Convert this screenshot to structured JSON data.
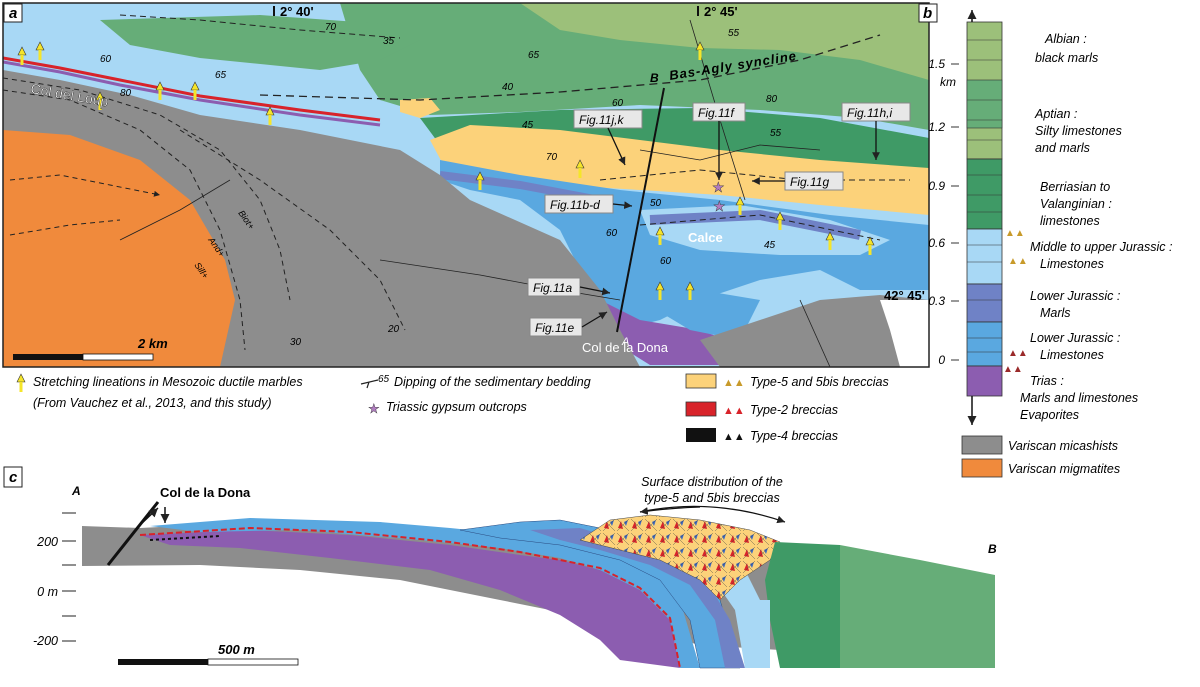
{
  "panels": {
    "a": "a",
    "b": "b",
    "c": "c"
  },
  "colors": {
    "limestone_mj": "#a8d8f5",
    "limestone_lj": "#5aa8e0",
    "marls_lj": "#6f82c6",
    "trias": "#8c5db0",
    "berriasian": "#3f9a66",
    "aptian": "#66ad78",
    "albian": "#9cc07a",
    "type5": "#fcd27a",
    "type2": "#d8232a",
    "type4": "#111111",
    "micashist": "#8d8d8d",
    "migmatite": "#f08a3c",
    "lineation": "#f5e52a",
    "gypsum": "#b07cc0"
  },
  "map": {
    "coords": {
      "lon1": "2° 40'",
      "lon2": "2° 45'",
      "lat": "42° 45'"
    },
    "places": {
      "col_del_loup": "Col del Loup",
      "bas_agly": "Bas-Agly syncline",
      "calce": "Calce",
      "col_de_la_dona": "Col de la Dona",
      "A": "A",
      "B": "B"
    },
    "metamorphic": {
      "biot": "Biot+",
      "and": "And+",
      "sill": "Sill+"
    },
    "dips": [
      "70",
      "35",
      "65",
      "60",
      "80",
      "55",
      "65",
      "40",
      "60",
      "80",
      "45",
      "55",
      "70",
      "50",
      "45",
      "60",
      "60",
      "30",
      "20"
    ],
    "fig_labels": {
      "f11jk": "Fig.11j,k",
      "f11f": "Fig.11f",
      "f11hi": "Fig.11h,i",
      "f11g": "Fig.11g",
      "f11bd": "Fig.11b-d",
      "f11a": "Fig.11a",
      "f11e": "Fig.11e"
    },
    "scale": "2 km"
  },
  "legend": {
    "stretching": "Stretching lineations in Mesozoic ductile marbles",
    "stretching_src": "(From Vauchez et al., 2013, and this study)",
    "dip_symbol_value": "65",
    "dipping": "Dipping of the sedimentary bedding",
    "gypsum": "Triassic gypsum outcrops",
    "type5": "Type-5 and 5bis breccias",
    "type2": "Type-2 breccias",
    "type4": "Type-4 breccias"
  },
  "column": {
    "axis_unit": "km",
    "ticks": [
      "1.5",
      "1.2",
      "0.9",
      "0.6",
      "0.3",
      "0"
    ],
    "units": {
      "albian": [
        "Albian :",
        "black marls"
      ],
      "aptian": [
        "Aptian :",
        "Silty limestones",
        "and marls"
      ],
      "berriasian": [
        "Berriasian to",
        "Valanginian :",
        "limestones"
      ],
      "mujur": [
        "Middle to upper Jurassic :",
        "Limestones"
      ],
      "ljmarls": [
        "Lower Jurassic :",
        "Marls"
      ],
      "ljlime": [
        "Lower Jurassic :",
        "Limestones"
      ],
      "trias": [
        "Trias :",
        "Marls and limestones",
        "Evaporites"
      ]
    },
    "variscan_micashists": "Variscan micashists",
    "variscan_migmatites": "Variscan migmatites"
  },
  "section": {
    "A": "A",
    "B": "B",
    "col": "Col de la Dona",
    "yticks": [
      "200",
      "0 m",
      "-200"
    ],
    "note": [
      "Surface distribution of the",
      "type-5 and 5bis breccias"
    ],
    "scale": "500 m"
  }
}
